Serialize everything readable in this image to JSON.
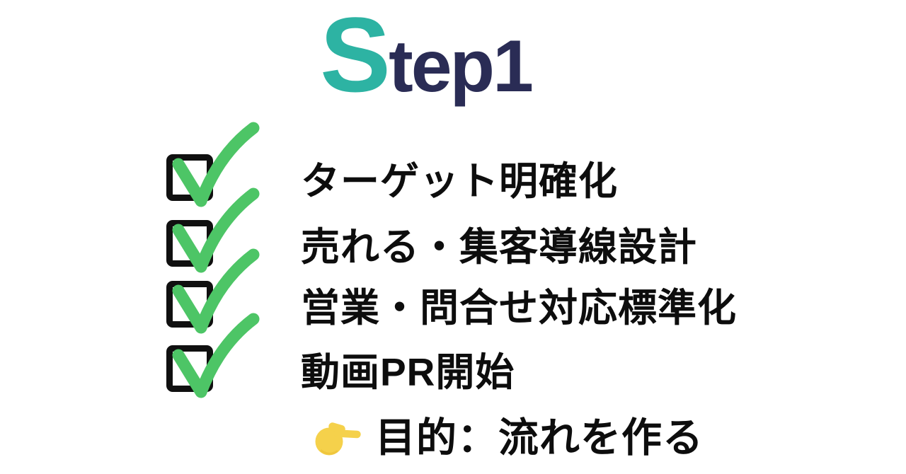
{
  "title": {
    "initial": "S",
    "rest": "tep1",
    "initial_color": "#2DB3A3",
    "rest_color": "#2A2C55"
  },
  "checklist": {
    "items": [
      {
        "label": "ターゲット明確化",
        "checked": true
      },
      {
        "label": "売れる・集客導線設計",
        "checked": true
      },
      {
        "label": "営業・問合せ対応標準化",
        "checked": true
      },
      {
        "label": "動画PR開始",
        "checked": true
      }
    ],
    "check_color": "#4DC566",
    "box_color": "#101010",
    "label_color": "#0D0D0D"
  },
  "footer": {
    "icon": "pointing-right-hand-icon",
    "icon_color": "#F5D14B",
    "text": "目的：流れを作る",
    "text_color": "#0D0D0D"
  },
  "page": {
    "background": "#FFFFFF"
  }
}
